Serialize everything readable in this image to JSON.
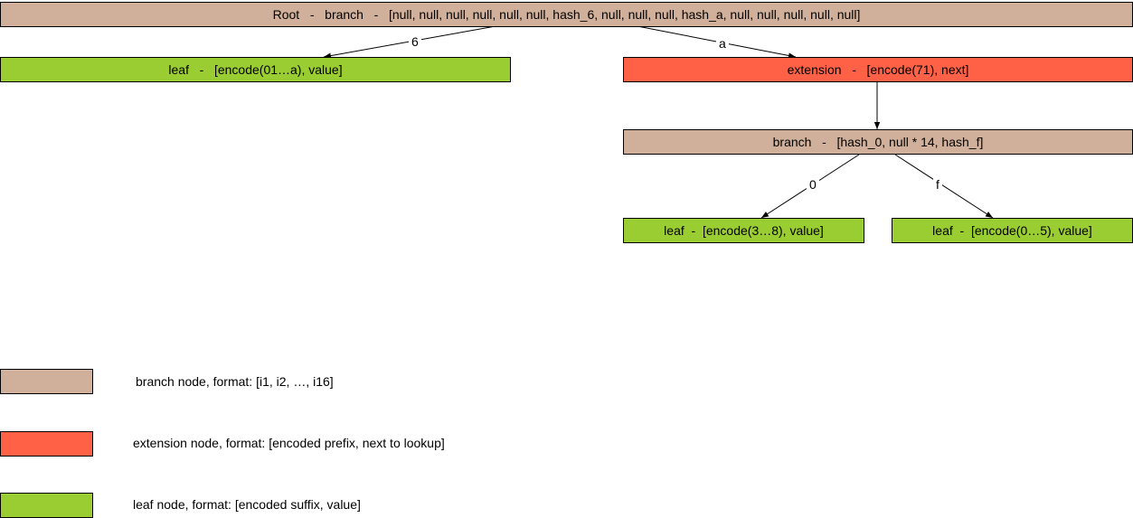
{
  "nodes": {
    "root": "Root   -   branch   -   [null, null, null, null, null, null, hash_6, null, null, null, hash_a, null, null, null, null, null]",
    "leaf_6": "leaf   -   [encode(01…a), value]",
    "extension": "extension   -   [encode(71), next]",
    "branch": "branch   -   [hash_0, null * 14, hash_f]",
    "leaf_0": "leaf  -  [encode(3…8), value]",
    "leaf_f": "leaf  -  [encode(0…5), value]"
  },
  "edges": {
    "root_to_leaf": "6",
    "root_to_extension": "a",
    "branch_to_leaf_0": "0",
    "branch_to_leaf_f": "f"
  },
  "legend": {
    "branch": "branch node, format: [i1, i2, …, i16]",
    "extension": "extension node, format: [encoded prefix, next to lookup]",
    "leaf": "leaf node, format: [encoded suffix, value]"
  },
  "colors": {
    "branch": "#d0b09a",
    "extension": "#ff6146",
    "leaf": "#9acd32"
  }
}
